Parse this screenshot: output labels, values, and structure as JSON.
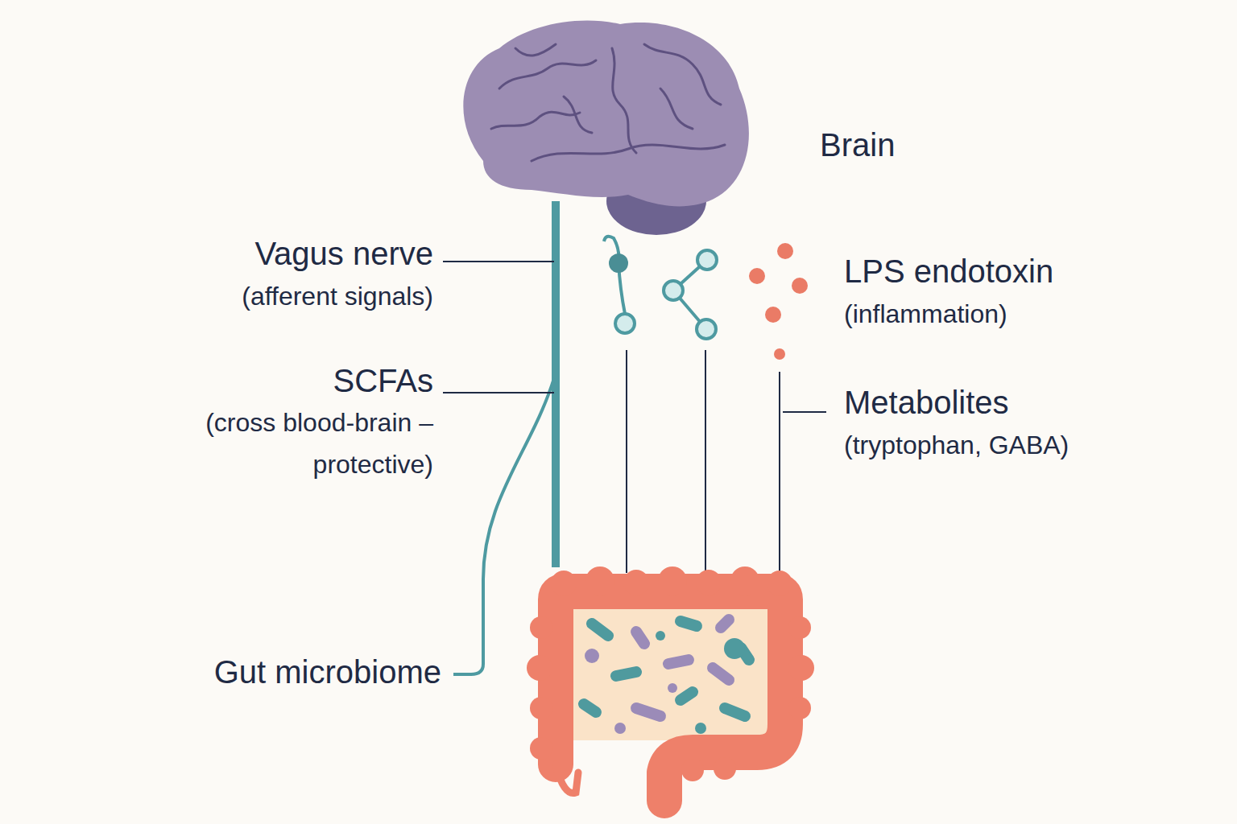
{
  "diagram": {
    "labels": [
      "Brain",
      "Vagus nerve",
      "(afferent signals)",
      "SCFAs",
      "(cross blood-brain – protective)",
      "Gut microbiome",
      "LPS endotoxin",
      "(inflammation)",
      "Metabolites",
      "(tryptophan, GABA)"
    ]
  }
}
